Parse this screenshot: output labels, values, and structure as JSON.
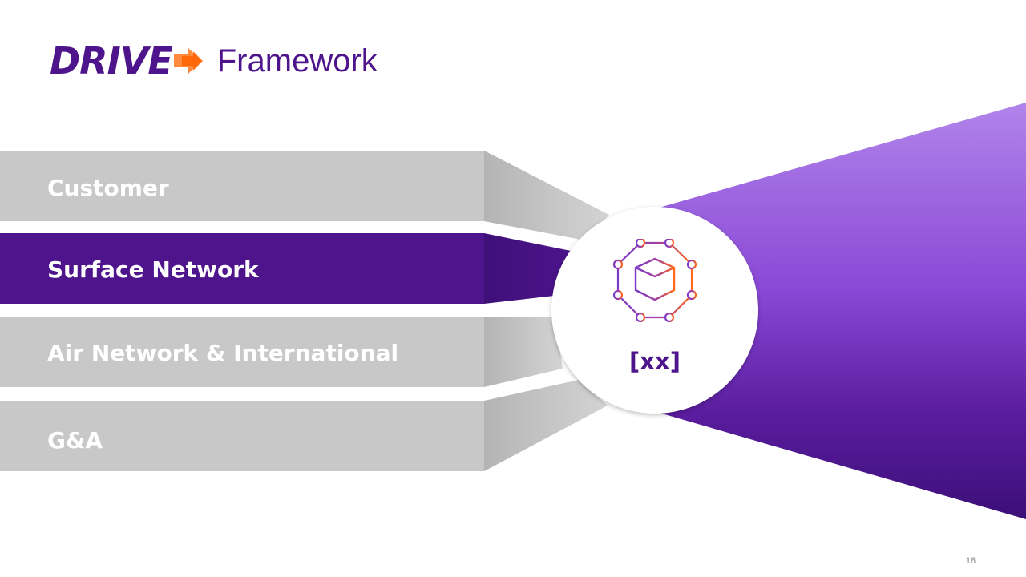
{
  "header": {
    "logo_text": "DRIVE",
    "title": "Framework"
  },
  "bars": [
    {
      "label": "Customer",
      "highlighted": false
    },
    {
      "label": "Surface Network",
      "highlighted": true
    },
    {
      "label": "Air Network & International",
      "highlighted": false
    },
    {
      "label": "G&A",
      "highlighted": false
    }
  ],
  "center": {
    "icon": "network-cube-icon",
    "value": "[xx]"
  },
  "page_number": "18",
  "colors": {
    "brand_purple": "#4d148c",
    "brand_orange": "#ff6200",
    "bar_gray": "#c8c8c8",
    "funnel_light": "#b184ea",
    "funnel_dark": "#3c0f78"
  }
}
